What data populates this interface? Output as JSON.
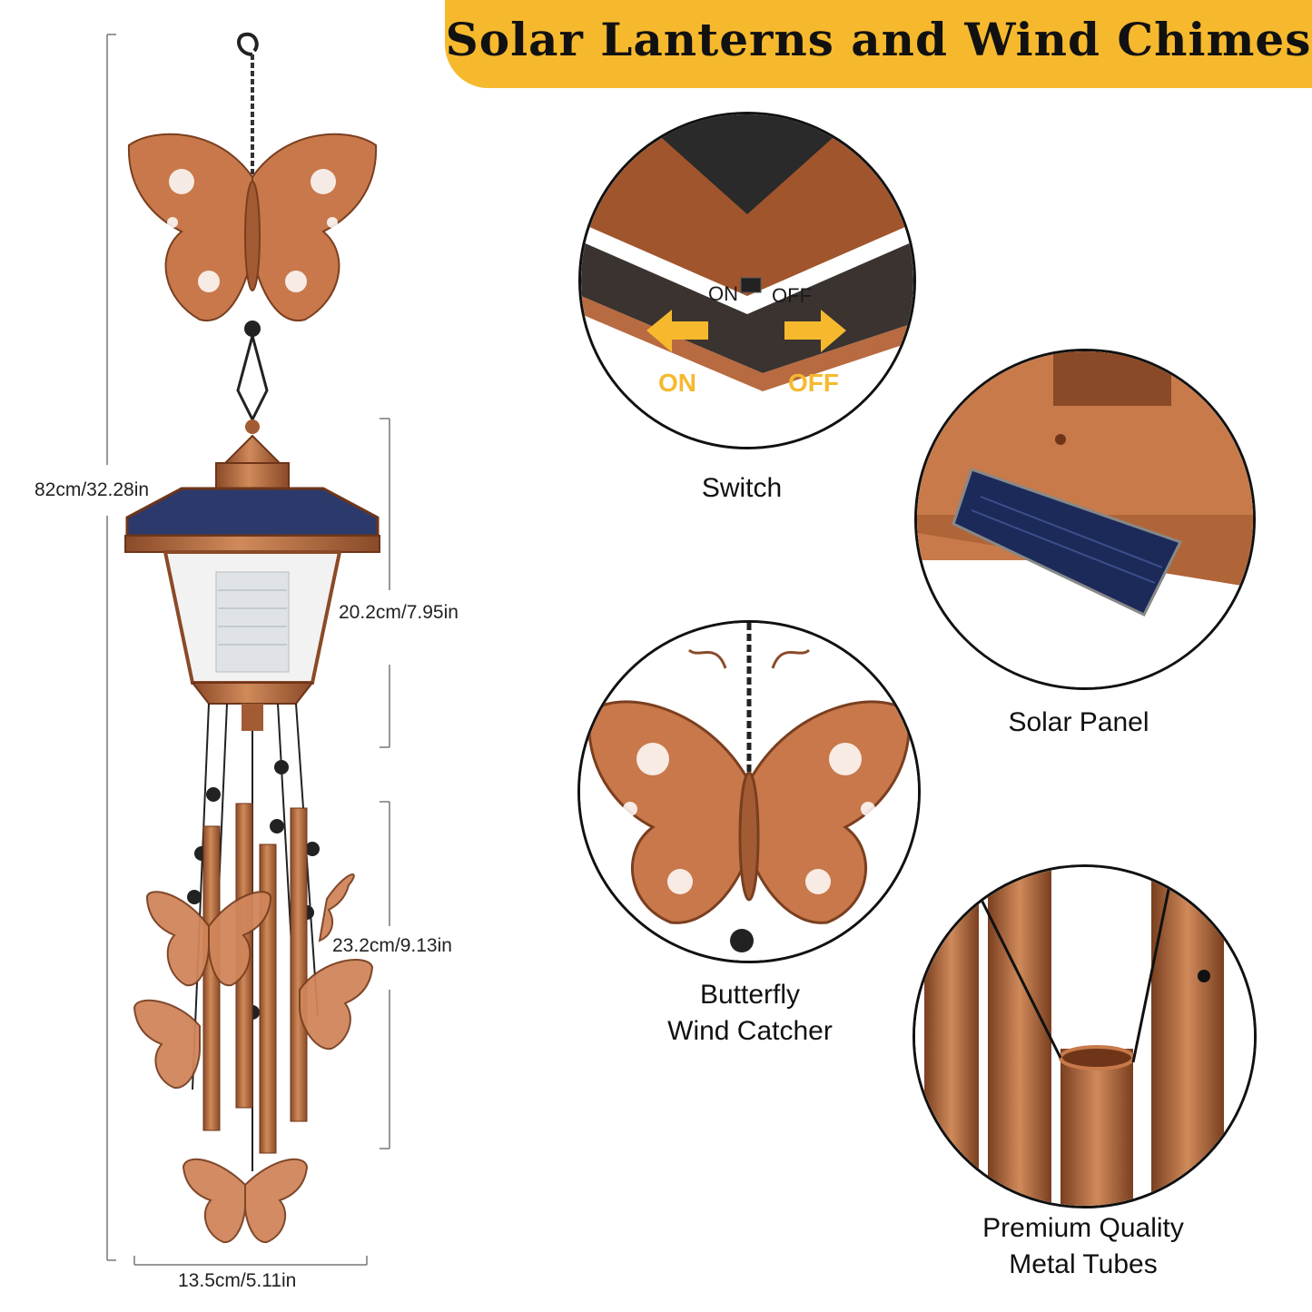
{
  "title": "Solar Lanterns and Wind Chimes",
  "dimensions": {
    "total_height": "82cm/32.28in",
    "lantern_height": "20.2cm/7.95in",
    "tubes_height": "23.2cm/9.13in",
    "width": "13.5cm/5.11in"
  },
  "switch_labels": {
    "on_printed": "ON",
    "off_printed": "OFF",
    "on": "ON",
    "off": "OFF"
  },
  "features": [
    {
      "caption": "Switch"
    },
    {
      "caption": "Solar Panel"
    },
    {
      "caption_line1": "Butterfly",
      "caption_line2": "Wind Catcher"
    },
    {
      "caption_line1": "Premium Quality",
      "caption_line2": "Metal Tubes"
    }
  ],
  "colors": {
    "banner": "#f6b92e",
    "copper": "#c8784a",
    "copper_dark": "#8a4a28",
    "arrow": "#f6b92e"
  }
}
